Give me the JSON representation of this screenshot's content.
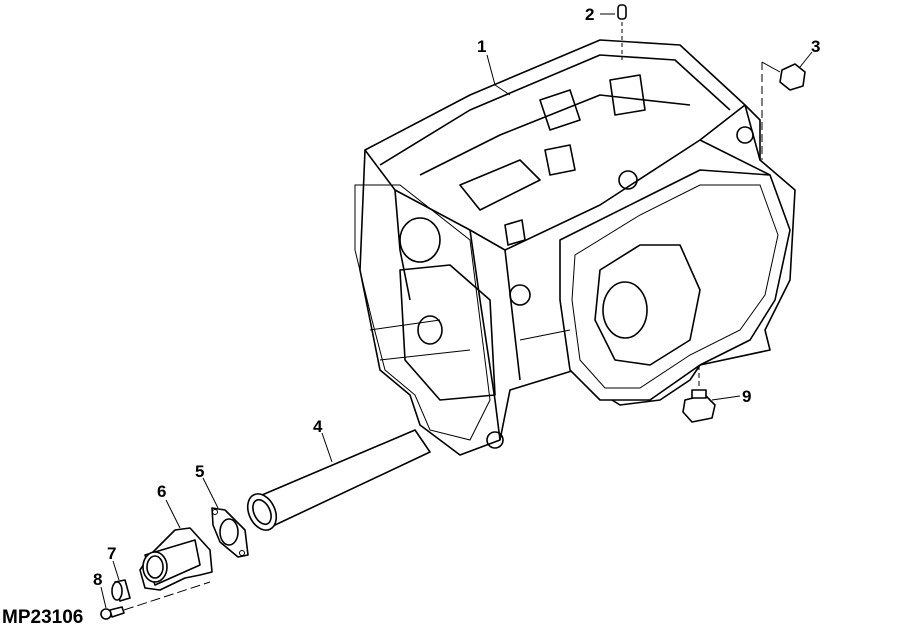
{
  "figure_id": "MP23106",
  "callouts": [
    {
      "number": "1",
      "part": "transmission-housing"
    },
    {
      "number": "2",
      "part": "dowel-pin"
    },
    {
      "number": "3",
      "part": "plug"
    },
    {
      "number": "4",
      "part": "tube"
    },
    {
      "number": "5",
      "part": "gasket"
    },
    {
      "number": "6",
      "part": "flange"
    },
    {
      "number": "7",
      "part": "spacer"
    },
    {
      "number": "8",
      "part": "cap-screw"
    },
    {
      "number": "9",
      "part": "drain-plug"
    }
  ]
}
